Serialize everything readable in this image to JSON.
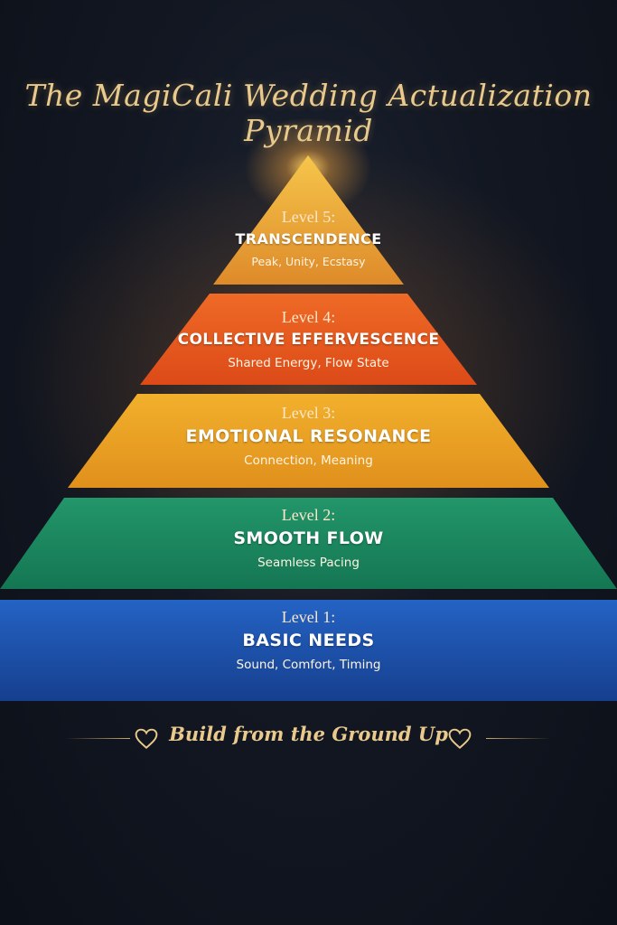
{
  "title": "The MagiCali Wedding Actualization Pyramid",
  "levels": [
    {
      "number": "Level 5:",
      "name": "TRANSCENDENCE",
      "desc": "Peak, Unity, Ecstasy",
      "color": "#e8952c"
    },
    {
      "number": "Level 4:",
      "name": "COLLECTIVE EFFERVESCENCE",
      "desc": "Shared Energy, Flow State",
      "color": "#e9541f"
    },
    {
      "number": "Level 3:",
      "name": "EMOTIONAL RESONANCE",
      "desc": "Connection, Meaning",
      "color": "#f0a524"
    },
    {
      "number": "Level 2:",
      "name": "SMOOTH FLOW",
      "desc": "Seamless Pacing",
      "color": "#1f8a5e"
    },
    {
      "number": "Level 1:",
      "name": "BASIC NEEDS",
      "desc": "Sound, Comfort, Timing",
      "color": "#1b4fa8"
    }
  ],
  "footer": "Build from the Ground Up",
  "accent_color": "#e9c98c",
  "icons": [
    "heart-icon",
    "heart-icon"
  ]
}
